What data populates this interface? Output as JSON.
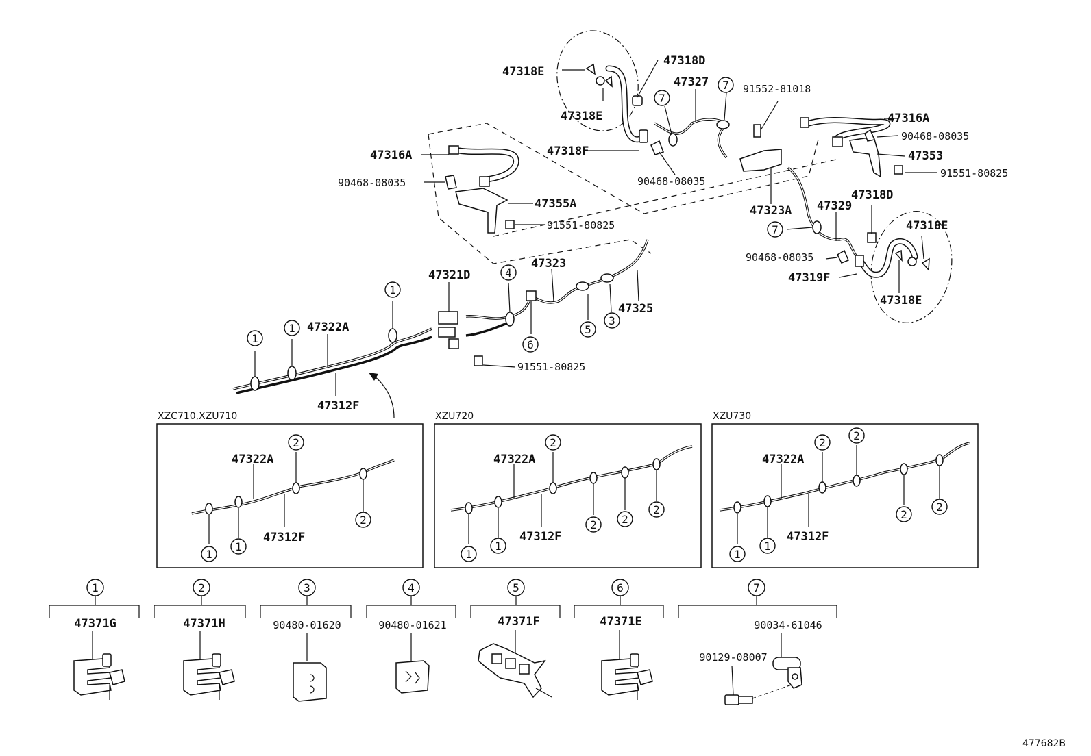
{
  "diagram_id": "477682B",
  "main_labels": {
    "l_47318E_a": "47318E",
    "l_47318D_a": "47318D",
    "l_47327": "47327",
    "l_91552": "91552-81018",
    "l_47318E_b": "47318E",
    "l_47316A_r": "47316A",
    "l_90468_r": "90468-08035",
    "l_47318F": "47318F",
    "l_47353": "47353",
    "l_47316A_l": "47316A",
    "l_91551_r": "91551-80825",
    "l_90468_c": "90468-08035",
    "l_90468_l": "90468-08035",
    "l_47318D_b": "47318D",
    "l_47355A": "47355A",
    "l_47323A": "47323A",
    "l_47329": "47329",
    "l_47318E_c": "47318E",
    "l_91551_l": "91551-80825",
    "l_90468_b": "90468-08035",
    "l_47319F": "47319F",
    "l_47321D": "47321D",
    "l_47323": "47323",
    "l_47318E_d": "47318E",
    "l_47325": "47325",
    "l_47322A": "47322A",
    "l_91551_m": "91551-80825",
    "l_47312F": "47312F"
  },
  "markers": {
    "one": "1",
    "two": "2",
    "three": "3",
    "four": "4",
    "five": "5",
    "six": "6",
    "seven": "7"
  },
  "variants": [
    {
      "title": "XZC710,XZU710",
      "pipe": "47322A",
      "tube": "47312F"
    },
    {
      "title": "XZU720",
      "pipe": "47322A",
      "tube": "47312F"
    },
    {
      "title": "XZU730",
      "pipe": "47322A",
      "tube": "47312F"
    }
  ],
  "legend": [
    {
      "marker": "1",
      "part": "47371G"
    },
    {
      "marker": "2",
      "part": "47371H"
    },
    {
      "marker": "3",
      "part": "90480-01620"
    },
    {
      "marker": "4",
      "part": "90480-01621"
    },
    {
      "marker": "5",
      "part": "47371F"
    },
    {
      "marker": "6",
      "part": "47371E"
    },
    {
      "marker": "7",
      "part": "90034-61046",
      "part2": "90129-08007"
    }
  ]
}
